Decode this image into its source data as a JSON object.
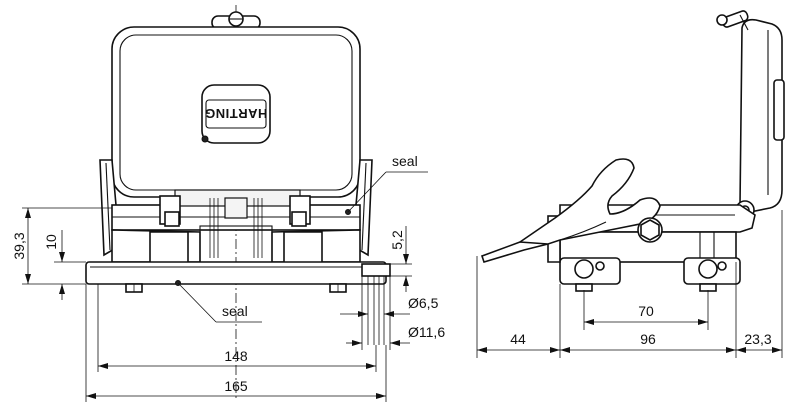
{
  "drawing": {
    "brand_logo": "HARTING",
    "callouts": {
      "seal_upper": "seal",
      "seal_lower": "seal"
    },
    "front_view_dimensions": {
      "overall_height": "39,3",
      "base_height": "10",
      "seal_offset": "5,2",
      "hole_small_dia": "Ø6,5",
      "hole_large_dia": "Ø11,6",
      "inner_width": "148",
      "outer_width": "165"
    },
    "side_view_dimensions": {
      "hole_pitch": "70",
      "lever_overhang": "44",
      "base_length": "96",
      "cover_overhang": "23,3"
    }
  }
}
